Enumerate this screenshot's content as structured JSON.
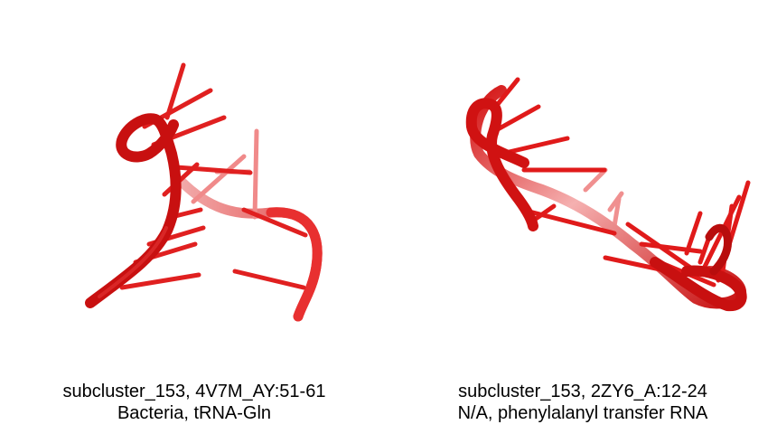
{
  "colors": {
    "backbone": "#d41414",
    "backbone_light": "#f07a7a",
    "base_stick": "#e02020",
    "background": "#ffffff",
    "text": "#000000"
  },
  "panels": [
    {
      "caption_line1": "subcluster_153, 4V7M_AY:51-61",
      "caption_line2": "Bacteria, tRNA-Gln",
      "image": "rna-3d-cartoon-red"
    },
    {
      "caption_line1": "subcluster_153, 2ZY6_A:12-24",
      "caption_line2": "N/A, phenylalanyl transfer RNA",
      "image": "rna-3d-cartoon-red"
    }
  ]
}
